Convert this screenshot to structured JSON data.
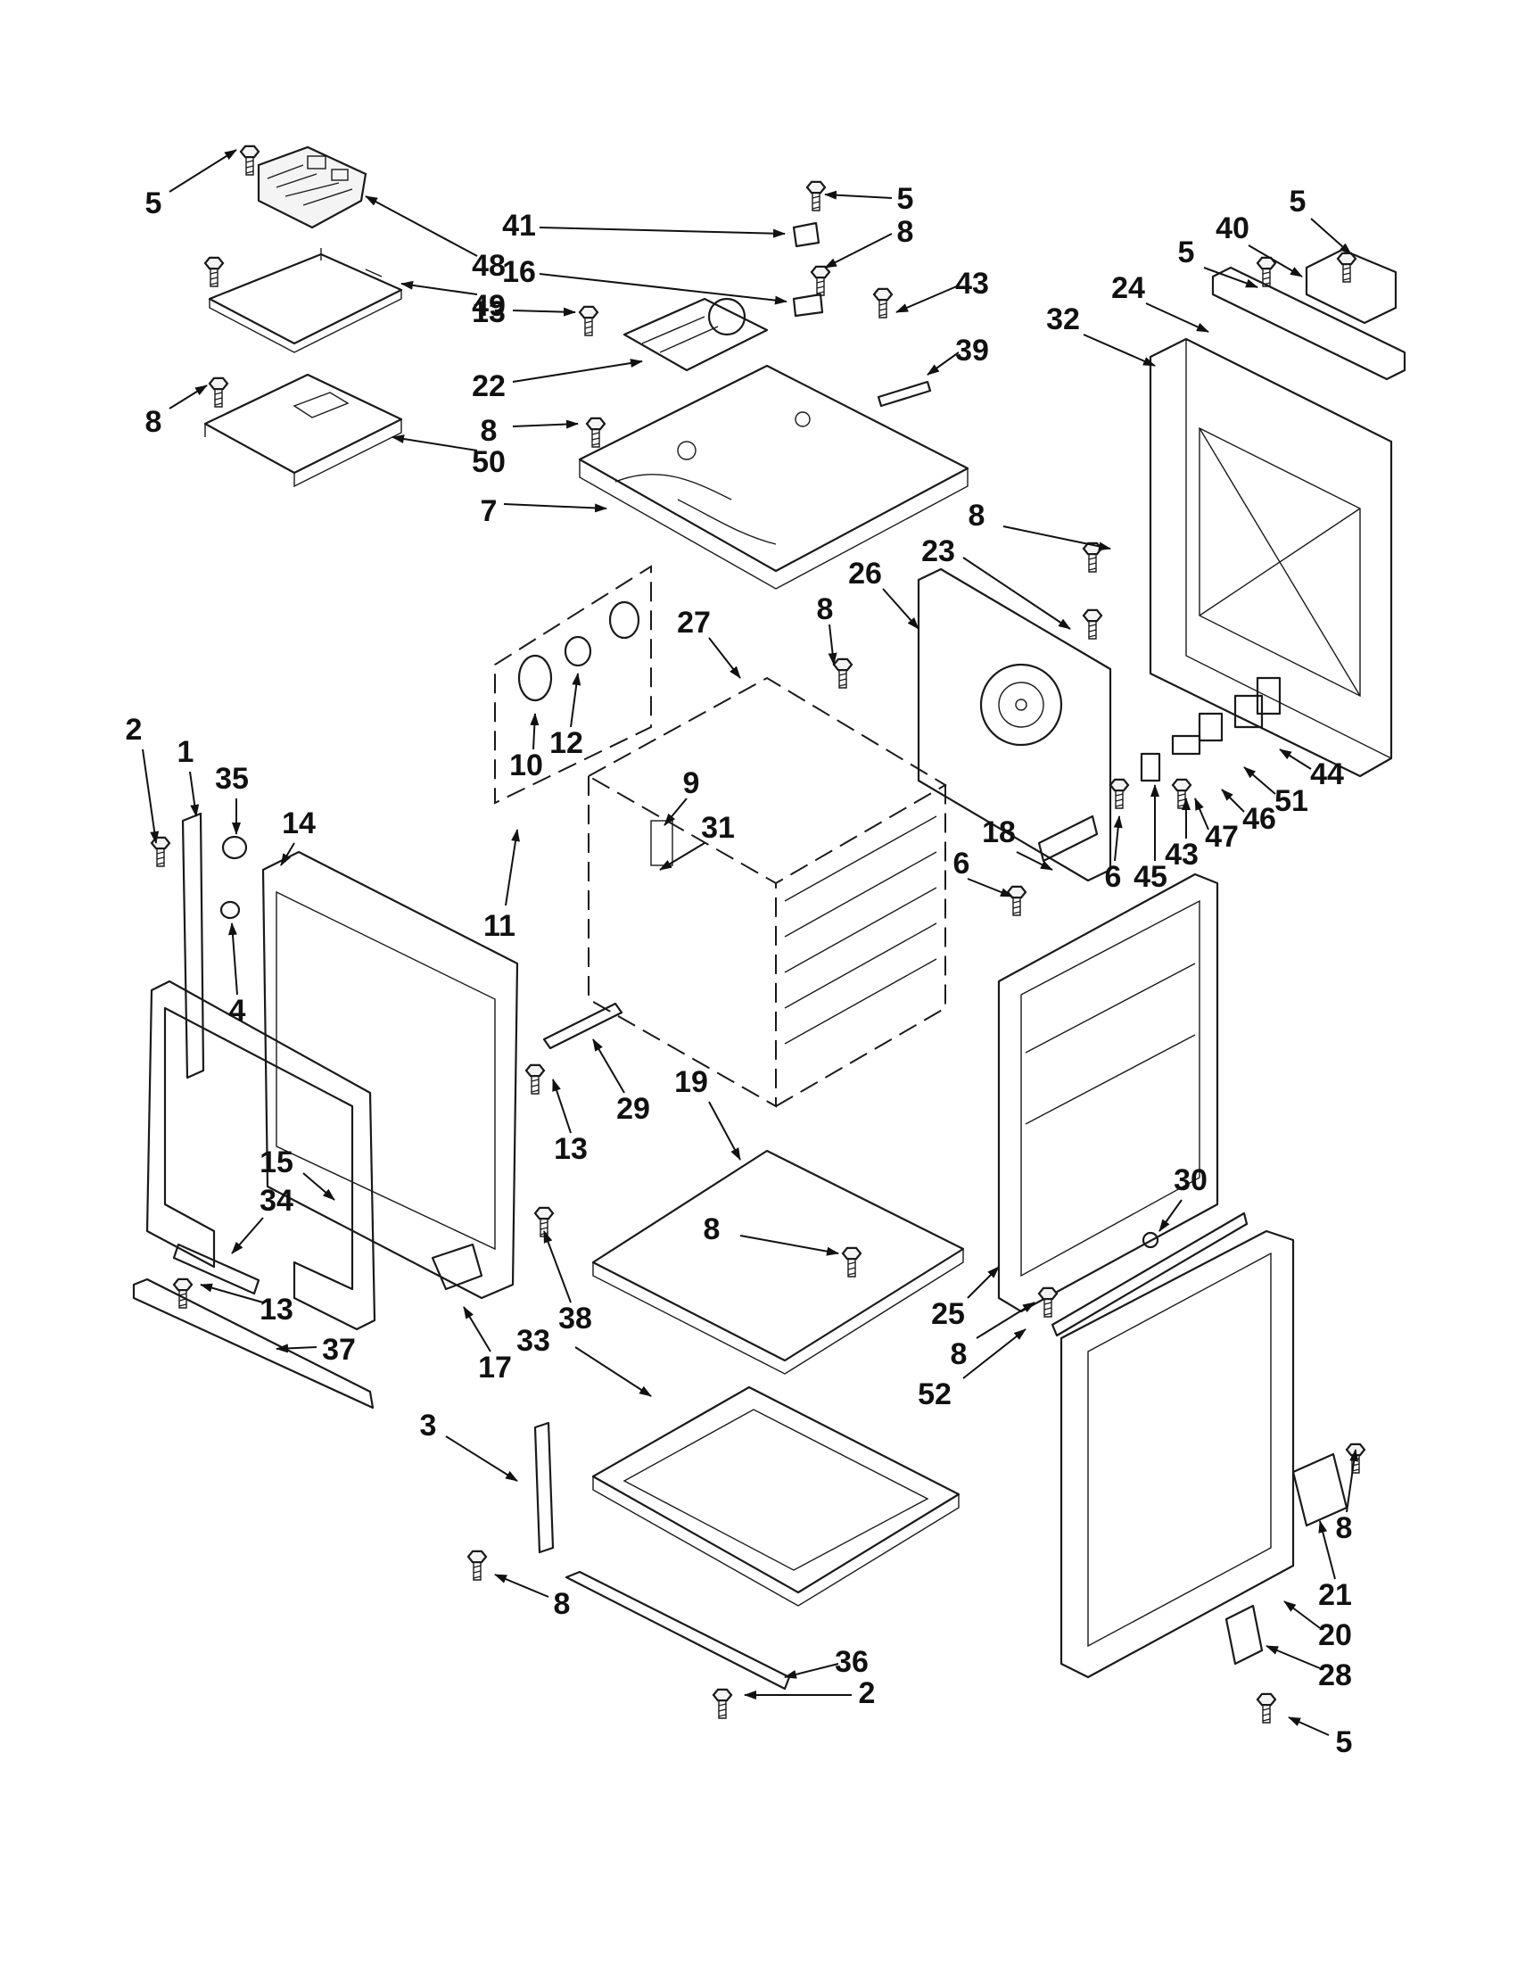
{
  "callouts": [
    {
      "id": "c5a",
      "label": "5"
    },
    {
      "id": "c48",
      "label": "48"
    },
    {
      "id": "c49",
      "label": "49"
    },
    {
      "id": "c8a",
      "label": "8"
    },
    {
      "id": "c50",
      "label": "50"
    },
    {
      "id": "c41",
      "label": "41"
    },
    {
      "id": "c5b",
      "label": "5"
    },
    {
      "id": "c16",
      "label": "16"
    },
    {
      "id": "c8b",
      "label": "8"
    },
    {
      "id": "c43a",
      "label": "43"
    },
    {
      "id": "c13a",
      "label": "13"
    },
    {
      "id": "c22",
      "label": "22"
    },
    {
      "id": "c39",
      "label": "39"
    },
    {
      "id": "c8c",
      "label": "8"
    },
    {
      "id": "c7",
      "label": "7"
    },
    {
      "id": "c5c",
      "label": "5"
    },
    {
      "id": "c40",
      "label": "40"
    },
    {
      "id": "c5d",
      "label": "5"
    },
    {
      "id": "c24",
      "label": "24"
    },
    {
      "id": "c32",
      "label": "32"
    },
    {
      "id": "c8d",
      "label": "8"
    },
    {
      "id": "c23",
      "label": "23"
    },
    {
      "id": "c26",
      "label": "26"
    },
    {
      "id": "c8e",
      "label": "8"
    },
    {
      "id": "c27",
      "label": "27"
    },
    {
      "id": "c10",
      "label": "10"
    },
    {
      "id": "c12",
      "label": "12"
    },
    {
      "id": "c11",
      "label": "11"
    },
    {
      "id": "c9",
      "label": "9"
    },
    {
      "id": "c31",
      "label": "31"
    },
    {
      "id": "c2a",
      "label": "2"
    },
    {
      "id": "c1",
      "label": "1"
    },
    {
      "id": "c35",
      "label": "35"
    },
    {
      "id": "c14",
      "label": "14"
    },
    {
      "id": "c4",
      "label": "4"
    },
    {
      "id": "c44",
      "label": "44"
    },
    {
      "id": "c51",
      "label": "51"
    },
    {
      "id": "c46",
      "label": "46"
    },
    {
      "id": "c47",
      "label": "47"
    },
    {
      "id": "c43b",
      "label": "43"
    },
    {
      "id": "c45",
      "label": "45"
    },
    {
      "id": "c6a",
      "label": "6"
    },
    {
      "id": "c6b",
      "label": "6"
    },
    {
      "id": "c18",
      "label": "18"
    },
    {
      "id": "c13b",
      "label": "13"
    },
    {
      "id": "c29",
      "label": "29"
    },
    {
      "id": "c19",
      "label": "19"
    },
    {
      "id": "c15",
      "label": "15"
    },
    {
      "id": "c34",
      "label": "34"
    },
    {
      "id": "c13c",
      "label": "13"
    },
    {
      "id": "c37",
      "label": "37"
    },
    {
      "id": "c38",
      "label": "38"
    },
    {
      "id": "c17",
      "label": "17"
    },
    {
      "id": "c8f",
      "label": "8"
    },
    {
      "id": "c33",
      "label": "33"
    },
    {
      "id": "c30",
      "label": "30"
    },
    {
      "id": "c25",
      "label": "25"
    },
    {
      "id": "c8g",
      "label": "8"
    },
    {
      "id": "c52",
      "label": "52"
    },
    {
      "id": "c3",
      "label": "3"
    },
    {
      "id": "c8h",
      "label": "8"
    },
    {
      "id": "c8i",
      "label": "8"
    },
    {
      "id": "c21",
      "label": "21"
    },
    {
      "id": "c20",
      "label": "20"
    },
    {
      "id": "c28",
      "label": "28"
    },
    {
      "id": "c36",
      "label": "36"
    },
    {
      "id": "c2b",
      "label": "2"
    },
    {
      "id": "c5e",
      "label": "5"
    }
  ]
}
